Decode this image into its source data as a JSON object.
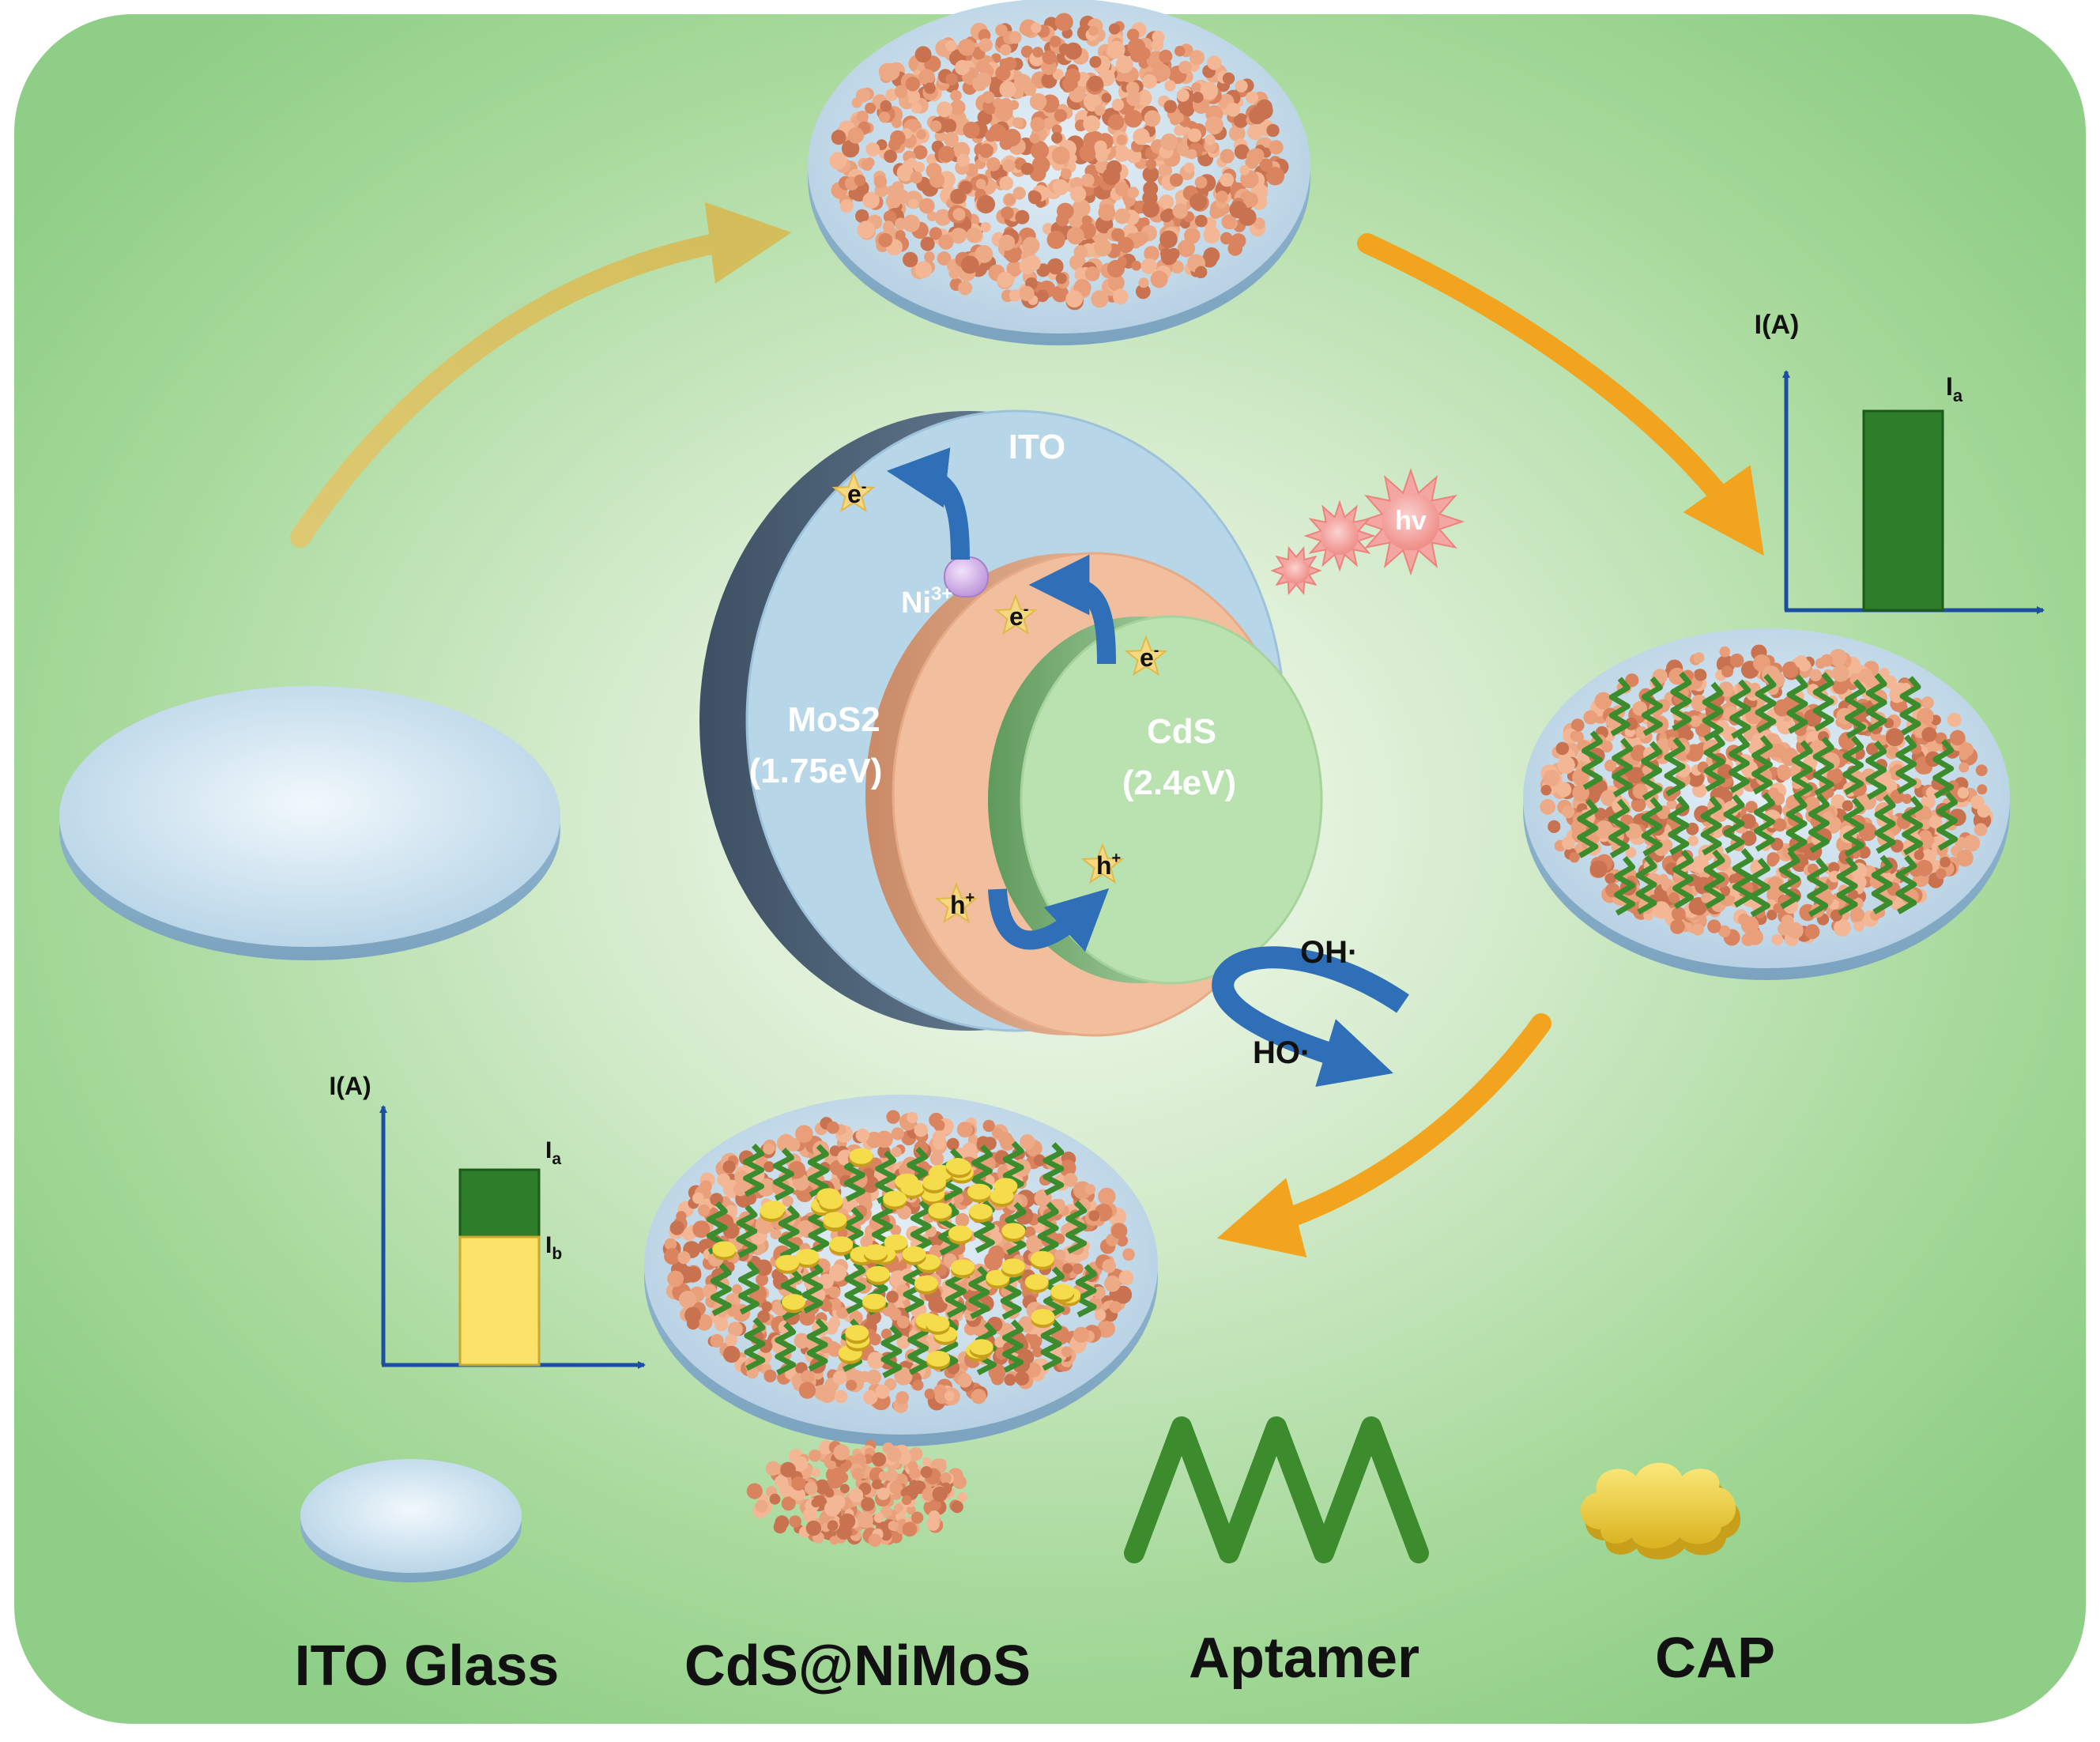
{
  "labels": {
    "ito_ring": "ITO",
    "mos2_name": "MoS2",
    "mos2_gap": "(1.75eV)",
    "cds_name": "CdS",
    "cds_gap": "(2.4eV)",
    "ni_ion": "Ni",
    "ni_charge": "3+",
    "electron": "e",
    "electron_sign": "-",
    "hole": "h",
    "hole_sign": "+",
    "light": "hv",
    "oh_radical": "OH·",
    "ho_radical": "HO·"
  },
  "charts": {
    "right": {
      "y_axis_label": "I(A)",
      "bar_label_main": "I",
      "bar_label_sub": "a",
      "level": 1.0
    },
    "left": {
      "y_axis_label": "I(A)",
      "label_a_main": "I",
      "label_a_sub": "a",
      "label_b_main": "I",
      "label_b_sub": "b",
      "level_a": 1.0,
      "level_b": 0.67
    }
  },
  "legend": [
    {
      "label": "ITO Glass"
    },
    {
      "label": "CdS@NiMoS"
    },
    {
      "label": "Aptamer"
    },
    {
      "label": "CAP"
    }
  ],
  "colors": {
    "background_green": "#8ece86",
    "center_glow": "#f2f8ec",
    "ito_blue": "#b7d6e8",
    "mos2_peach": "#f2bf9e",
    "cds_green": "#b9e2b0",
    "aptamer_green": "#3c8c2e",
    "cap_yellow": "#f5dc4a",
    "arrow_orange": "#f2a41e",
    "arrow_blue": "#2f6fb8",
    "bar_green": "#2e7d2a",
    "bar_yellow": "#fbe36a"
  }
}
